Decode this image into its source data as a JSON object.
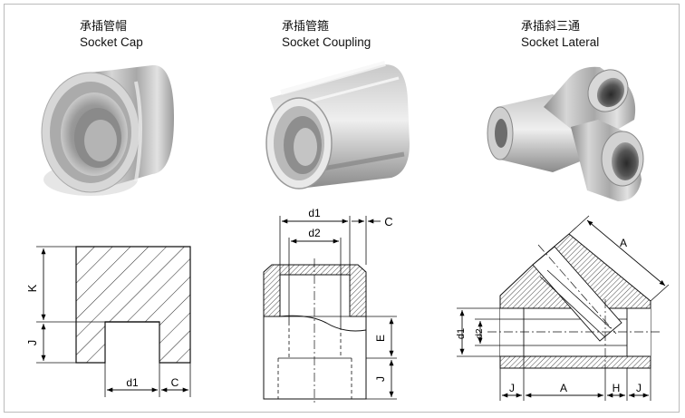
{
  "items": [
    {
      "title_zh": "承插管帽",
      "title_en": "Socket Cap",
      "dims": {
        "k": "K",
        "j": "J",
        "d1": "d1",
        "c": "C"
      }
    },
    {
      "title_zh": "承插管箍",
      "title_en": "Socket Coupling",
      "dims": {
        "d1": "d1",
        "d2": "d2",
        "c": "C",
        "e": "E",
        "j": "J"
      }
    },
    {
      "title_zh": "承插斜三通",
      "title_en": "Socket Lateral",
      "dims": {
        "a_top": "A",
        "d1": "d1",
        "d2": "d2",
        "j_left": "J",
        "a_bottom": "A",
        "h": "H",
        "j_right": "J"
      }
    }
  ]
}
